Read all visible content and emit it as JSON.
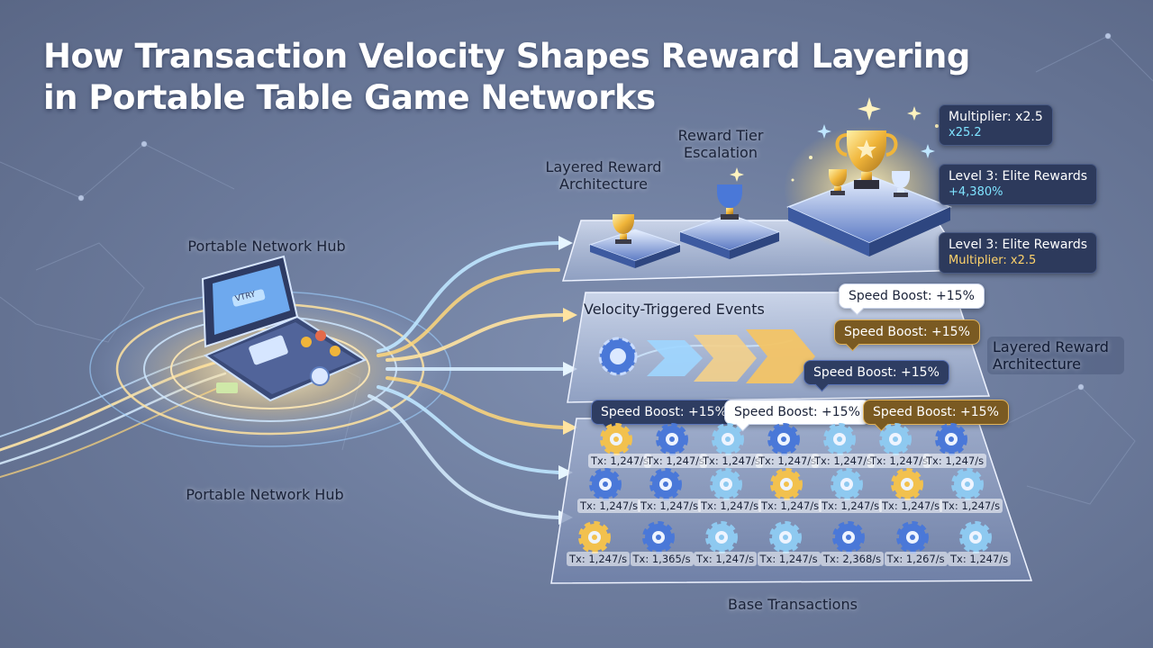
{
  "title": {
    "line1": "How Transaction Velocity Shapes Reward Layering",
    "line2": "in Portable Table Game Networks"
  },
  "hub": {
    "label_top": "Portable Network Hub",
    "label_bottom": "Portable Network Hub",
    "screen_text": "VTRY"
  },
  "reward_layer": {
    "label_left": "Layered Reward\nArchitecture",
    "label_center": "Reward Tier\nEscalation",
    "tags": [
      {
        "title": "Multiplier: x2.5",
        "sub": "x25.2",
        "sub_color": "cyan"
      },
      {
        "title": "Level 3: Elite Rewards",
        "sub": "+4,380%",
        "sub_color": "cyan"
      },
      {
        "title": "Level 3: Elite Rewards",
        "sub": "Multiplier: x2.5",
        "sub_color": "gold"
      }
    ]
  },
  "velocity_layer": {
    "label": "Velocity-Triggered Events",
    "side_label": "Layered Reward\nArchitecture",
    "boosts": [
      {
        "text": "Speed Boost: +15%",
        "style": "white"
      },
      {
        "text": "Speed Boost: +15%",
        "style": "gold"
      },
      {
        "text": "Speed Boost: +15%",
        "style": "dark"
      }
    ]
  },
  "base_layer": {
    "label": "Base Transactions",
    "boosts": [
      {
        "text": "Speed Boost: +15%",
        "style": "dark"
      },
      {
        "text": "Speed Boost: +15%",
        "style": "white"
      },
      {
        "text": "Speed Boost: +15%",
        "style": "gold"
      }
    ],
    "rows": [
      [
        {
          "tx": "Tx: 1,247/s",
          "color": "gold"
        },
        {
          "tx": "Tx: 1,247/s",
          "color": "blue"
        },
        {
          "tx": "Tx: 1,247/s",
          "color": "light"
        },
        {
          "tx": "Tx: 1,247/s",
          "color": "blue"
        },
        {
          "tx": "Tx: 1,247/s",
          "color": "light"
        },
        {
          "tx": "Tx: 1,247/s",
          "color": "light"
        },
        {
          "tx": "Tx: 1,247/s",
          "color": "blue"
        }
      ],
      [
        {
          "tx": "Tx: 1,247/s",
          "color": "blue"
        },
        {
          "tx": "Tx: 1,247/s",
          "color": "blue"
        },
        {
          "tx": "Tx: 1,247/s",
          "color": "light"
        },
        {
          "tx": "Tx: 1,247/s",
          "color": "gold"
        },
        {
          "tx": "Tx: 1,247/s",
          "color": "light"
        },
        {
          "tx": "Tx: 1,247/s",
          "color": "gold"
        },
        {
          "tx": "Tx: 1,247/s",
          "color": "light"
        }
      ],
      [
        {
          "tx": "Tx: 1,247/s",
          "color": "gold"
        },
        {
          "tx": "Tx: 1,365/s",
          "color": "blue"
        },
        {
          "tx": "Tx: 1,247/s",
          "color": "light"
        },
        {
          "tx": "Tx: 1,247/s",
          "color": "light"
        },
        {
          "tx": "Tx: 2,368/s",
          "color": "blue"
        },
        {
          "tx": "Tx: 1,267/s",
          "color": "blue"
        },
        {
          "tx": "Tx: 1,247/s",
          "color": "light"
        }
      ]
    ]
  },
  "colors": {
    "gold": "#f2c14e",
    "blue": "#4a78d8",
    "light": "#8ec9f0",
    "flow_gold": "#ffd77a",
    "flow_blue": "#bfe6ff"
  }
}
